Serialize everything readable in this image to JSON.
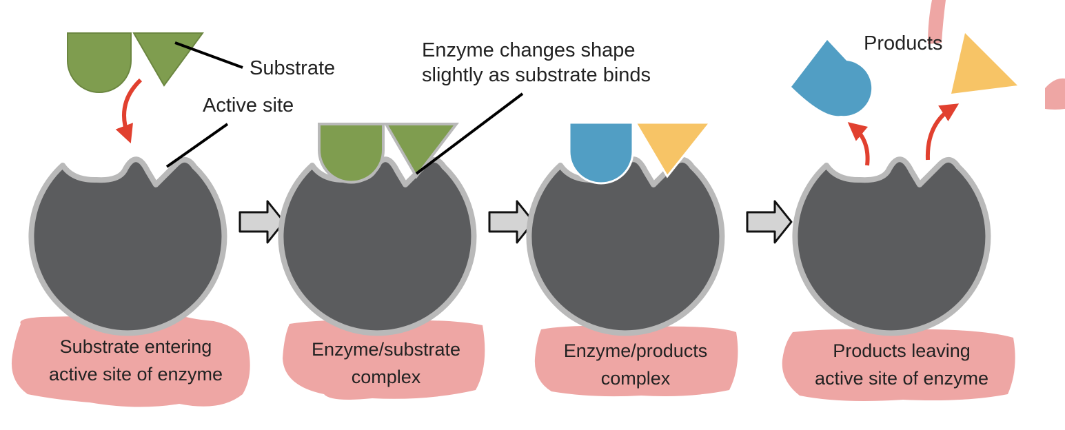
{
  "labels": {
    "substrate": "Substrate",
    "active_site": "Active site",
    "shape_change_line1": "Enzyme changes shape",
    "shape_change_line2": "slightly as substrate binds",
    "products": "Products"
  },
  "steps": [
    {
      "caption_line1": "Substrate entering",
      "caption_line2": "active site of enzyme"
    },
    {
      "caption_line1": "Enzyme/substrate",
      "caption_line2": "complex"
    },
    {
      "caption_line1": "Enzyme/products",
      "caption_line2": "complex"
    },
    {
      "caption_line1": "Products leaving",
      "caption_line2": "active site of enzyme"
    }
  ],
  "colors": {
    "enzyme_fill": "#5b5c5e",
    "enzyme_outline": "#b9b9b9",
    "substrate": "#7f9d4f",
    "product_blue": "#519ec4",
    "product_yellow": "#f7c466",
    "motion_arrow": "#e1402f",
    "step_arrow": "#d4d4d4",
    "highlight": "#eea6a4"
  },
  "icons": {
    "step_arrow": "right-arrow-icon",
    "motion_arrow": "curved-arrow-icon"
  }
}
